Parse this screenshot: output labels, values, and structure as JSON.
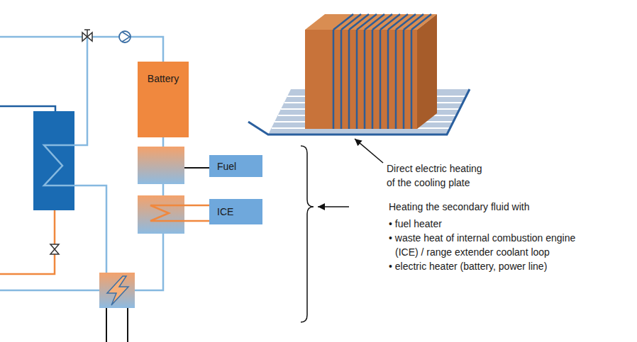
{
  "diagram": {
    "nodes": [
      {
        "text": [
          "Battery"
        ]
      },
      {
        "text": [
          "Fuel"
        ]
      },
      {
        "text": [
          "ICE"
        ]
      }
    ],
    "labels": [
      "Direct electric heating of the cooling plate",
      "Heating the secondary fluid with",
      "• fuel heater",
      "• waste heat of internal combustion engine (ICE) / range extender coolant loop",
      "• electric heater (battery, power line)"
    ]
  }
}
